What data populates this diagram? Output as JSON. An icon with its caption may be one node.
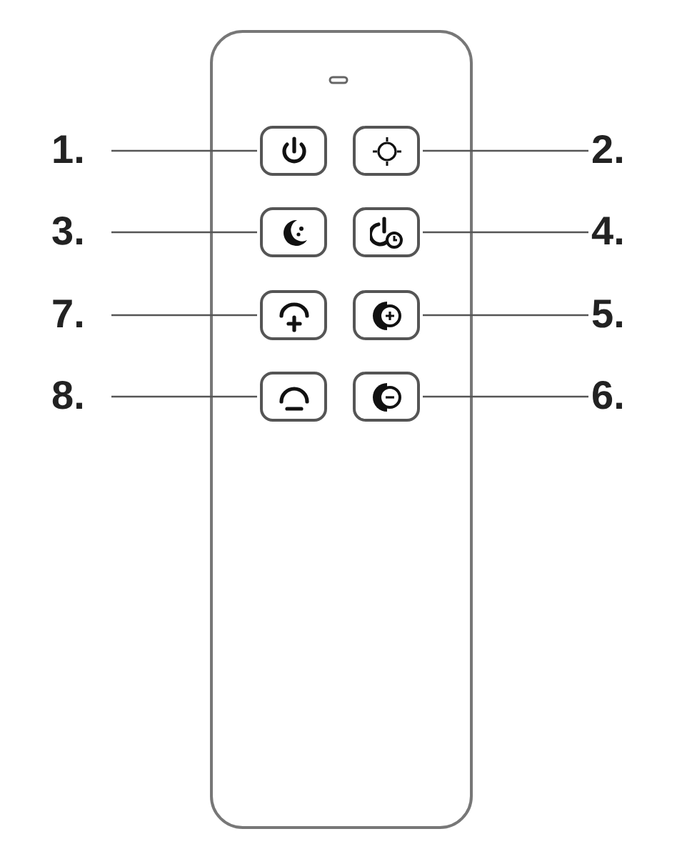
{
  "diagram": {
    "nodes": [
      {
        "text": [
          "1."
        ]
      },
      {
        "text": [],
        "shape": "box"
      },
      {
        "text": [],
        "shape": "box"
      },
      {
        "text": [
          "2."
        ]
      },
      {
        "text": [
          "3."
        ]
      },
      {
        "text": [],
        "shape": "box"
      },
      {
        "text": [],
        "shape": "box"
      },
      {
        "text": [
          "4."
        ]
      },
      {
        "text": [
          "7."
        ]
      },
      {
        "text": [],
        "shape": "box"
      },
      {
        "text": [],
        "shape": "box"
      },
      {
        "text": [
          "5."
        ]
      },
      {
        "text": [
          "8."
        ]
      },
      {
        "text": [],
        "shape": "box"
      },
      {
        "text": [],
        "shape": "box"
      },
      {
        "text": [
          "6."
        ]
      }
    ],
    "edges": [
      {
        "from": 0,
        "to": 1,
        "arrow": "none"
      },
      {
        "from": 3,
        "to": 2,
        "arrow": "none"
      },
      {
        "from": 4,
        "to": 5,
        "arrow": "none"
      },
      {
        "from": 7,
        "to": 6,
        "arrow": "none"
      },
      {
        "from": 8,
        "to": 9,
        "arrow": "none"
      },
      {
        "from": 11,
        "to": 10,
        "arrow": "none"
      },
      {
        "from": 12,
        "to": 13,
        "arrow": "none"
      },
      {
        "from": 15,
        "to": 14,
        "arrow": "none"
      }
    ]
  }
}
